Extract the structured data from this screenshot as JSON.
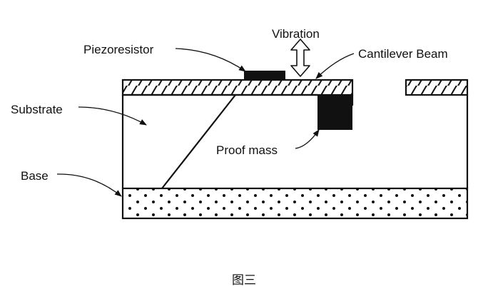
{
  "diagram": {
    "labels": {
      "vibration": "Vibration",
      "piezoresistor": "Piezoresistor",
      "cantilever_beam": "Cantilever Beam",
      "substrate": "Substrate",
      "proof_mass": "Proof mass",
      "base": "Base"
    },
    "caption": "图三"
  },
  "colors": {
    "stroke": "#111111",
    "background": "#ffffff"
  }
}
